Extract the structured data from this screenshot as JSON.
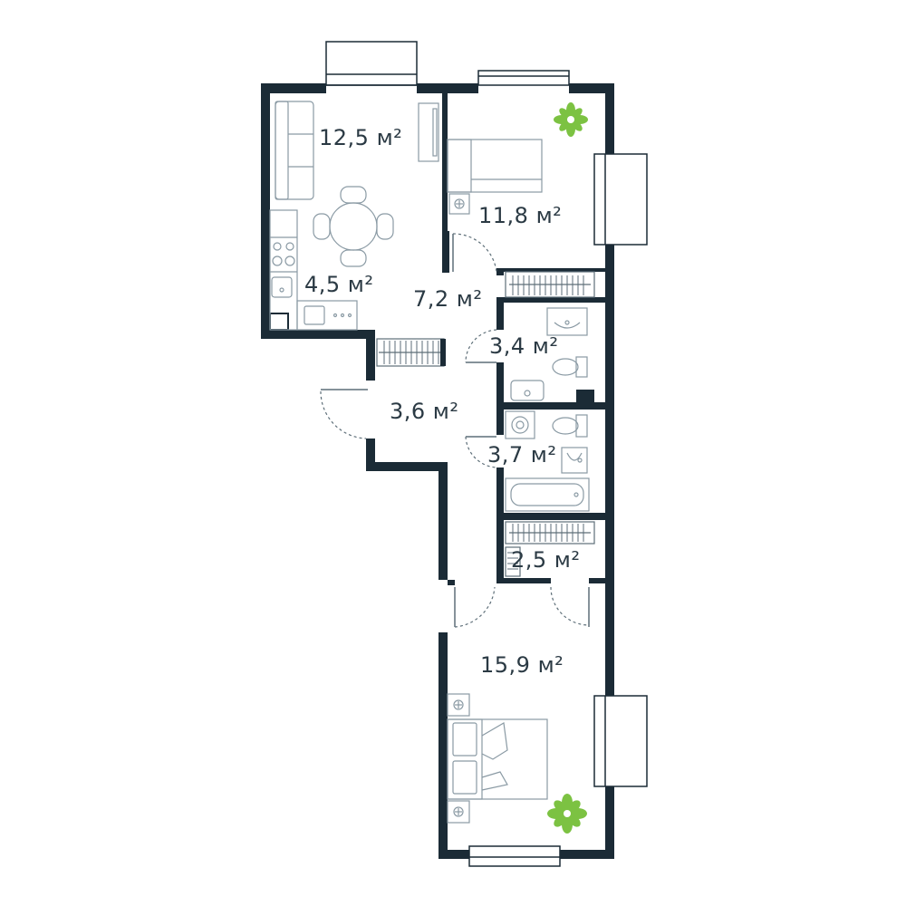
{
  "rooms": {
    "living": "12,5 м²",
    "bedroom1": "11,8 м²",
    "kitchen": "4,5 м²",
    "hall": "7,2 м²",
    "bath1": "3,4 м²",
    "entry": "3,6 м²",
    "bath2": "3,7 м²",
    "closet": "2,5 м²",
    "bedroom2": "15,9 м²"
  },
  "colors": {
    "wall": "#1b2b36",
    "furniture": "#8a9aa4",
    "plant": "#7cc242",
    "label": "#2b3a44"
  },
  "icons": [
    "sofa-icon",
    "dining-table-icon",
    "bed-icon",
    "double-bed-icon",
    "stove-icon",
    "sink-icon",
    "toilet-icon",
    "bathtub-icon",
    "washing-machine-icon",
    "wardrobe-icon",
    "plant-icon",
    "door-icon",
    "window-icon",
    "outlet-icon"
  ]
}
